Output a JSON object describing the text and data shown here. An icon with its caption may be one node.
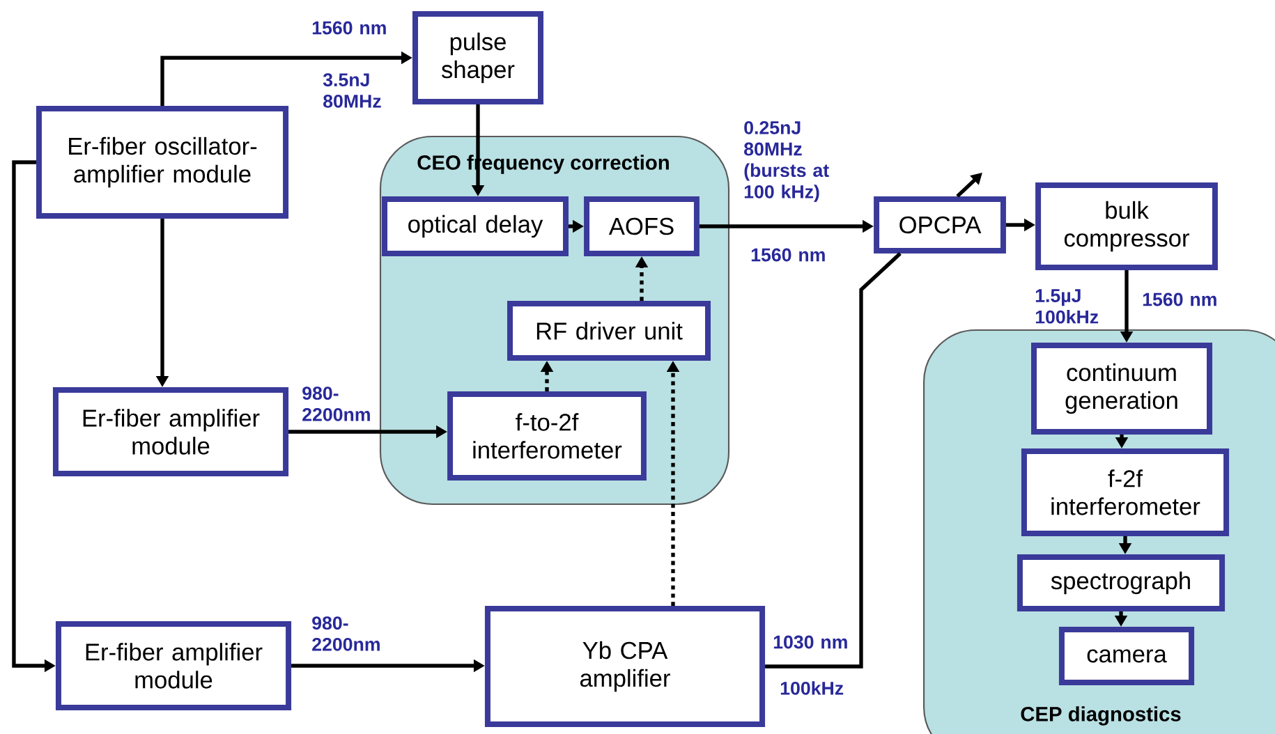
{
  "diagram": {
    "nodes": [
      {
        "text": [
          "Er-fiber oscillator-amplifier module"
        ]
      },
      {
        "text": [
          "pulse shaper"
        ]
      },
      {
        "text": [
          "CEO frequency correction"
        ]
      },
      {
        "text": [
          "optical delay"
        ],
        "in": 2
      },
      {
        "text": [
          "AOFS"
        ],
        "in": 2
      },
      {
        "text": [
          "RF driver unit"
        ],
        "in": 2
      },
      {
        "text": [
          "f-to-2f interferometer"
        ],
        "in": 2
      },
      {
        "text": [
          "OPCPA"
        ]
      },
      {
        "text": [
          "bulk compressor"
        ]
      },
      {
        "text": [
          "Er-fiber amplifier module"
        ]
      },
      {
        "text": [
          "CEP diagnostics"
        ]
      },
      {
        "text": [
          "continuum generation"
        ],
        "in": 10
      },
      {
        "text": [
          "f-2f interferometer"
        ],
        "in": 10
      },
      {
        "text": [
          "spectrograph"
        ],
        "in": 10
      },
      {
        "text": [
          "camera"
        ],
        "in": 10
      },
      {
        "text": [
          "Er-fiber amplifier module"
        ]
      },
      {
        "text": [
          "Yb CPA amplifier"
        ]
      }
    ],
    "edges": [
      {
        "from": 0,
        "to": 1,
        "arrow": "to"
      },
      {
        "from": 1,
        "to": 3,
        "arrow": "to"
      },
      {
        "from": 3,
        "to": 4,
        "arrow": "to"
      },
      {
        "from": 4,
        "to": 7,
        "arrow": "to"
      },
      {
        "from": 7,
        "to": 8,
        "arrow": "to"
      },
      {
        "from": 8,
        "to": 11,
        "arrow": "to"
      },
      {
        "from": 11,
        "to": 12,
        "arrow": "to"
      },
      {
        "from": 12,
        "to": 13,
        "arrow": "to"
      },
      {
        "from": 13,
        "to": 14,
        "arrow": "to"
      },
      {
        "from": 0,
        "to": 9,
        "arrow": "to"
      },
      {
        "from": 0,
        "to": 15,
        "arrow": "to"
      },
      {
        "from": 9,
        "to": 6,
        "arrow": "to"
      },
      {
        "from": 15,
        "to": 16,
        "arrow": "to"
      },
      {
        "from": 6,
        "to": 5,
        "arrow": "to",
        "style": "dashed"
      },
      {
        "from": 5,
        "to": 4,
        "arrow": "to",
        "style": "dashed"
      },
      {
        "from": 16,
        "to": 5,
        "arrow": "to",
        "style": "dashed"
      },
      {
        "from": 16,
        "to": 7,
        "arrow": "none"
      },
      {
        "from": 7,
        "to": null,
        "arrow": "to"
      }
    ],
    "labels": [
      "1560 nm",
      "3.5nJ 80MHz",
      "0.25nJ 80MHz (bursts at 100 kHz)",
      "1560 nm",
      "1.5µJ 100kHz",
      "1560 nm",
      "980- 2200nm",
      "980- 2200nm",
      "1030 nm",
      "100kHz"
    ]
  }
}
